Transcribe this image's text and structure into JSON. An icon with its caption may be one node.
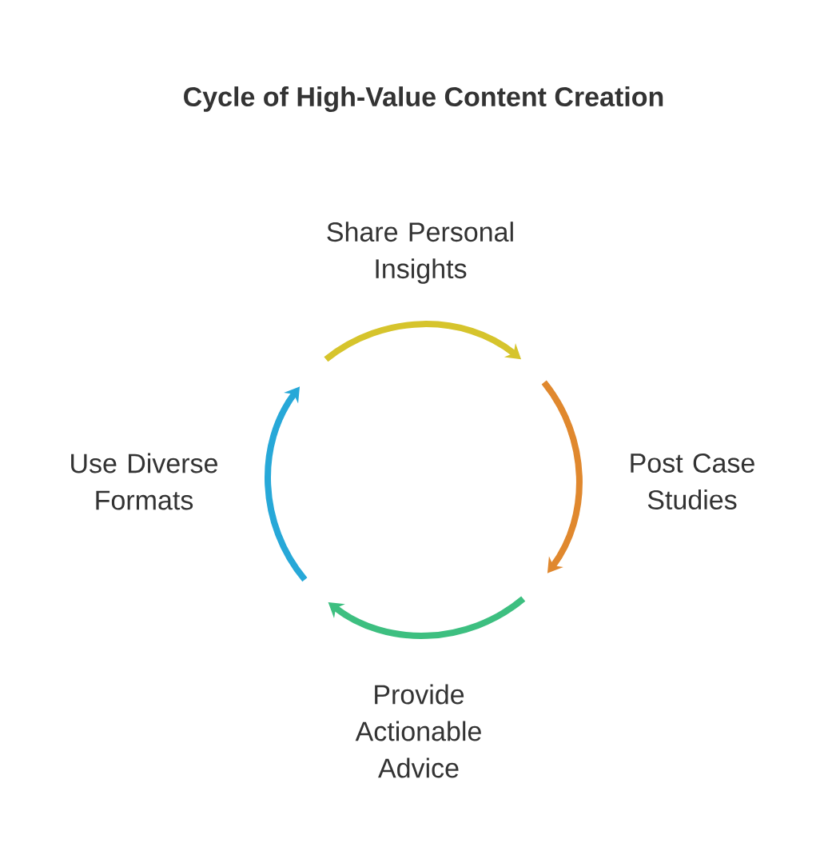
{
  "diagram": {
    "title": "Cycle of High-Value Content Creation",
    "nodes": [
      {
        "text": [
          "Share Personal Insights"
        ]
      },
      {
        "text": [
          "Post Case Studies"
        ]
      },
      {
        "text": [
          "Provide Actionable Advice"
        ]
      },
      {
        "text": [
          "Use Diverse Formats"
        ]
      }
    ]
  }
}
